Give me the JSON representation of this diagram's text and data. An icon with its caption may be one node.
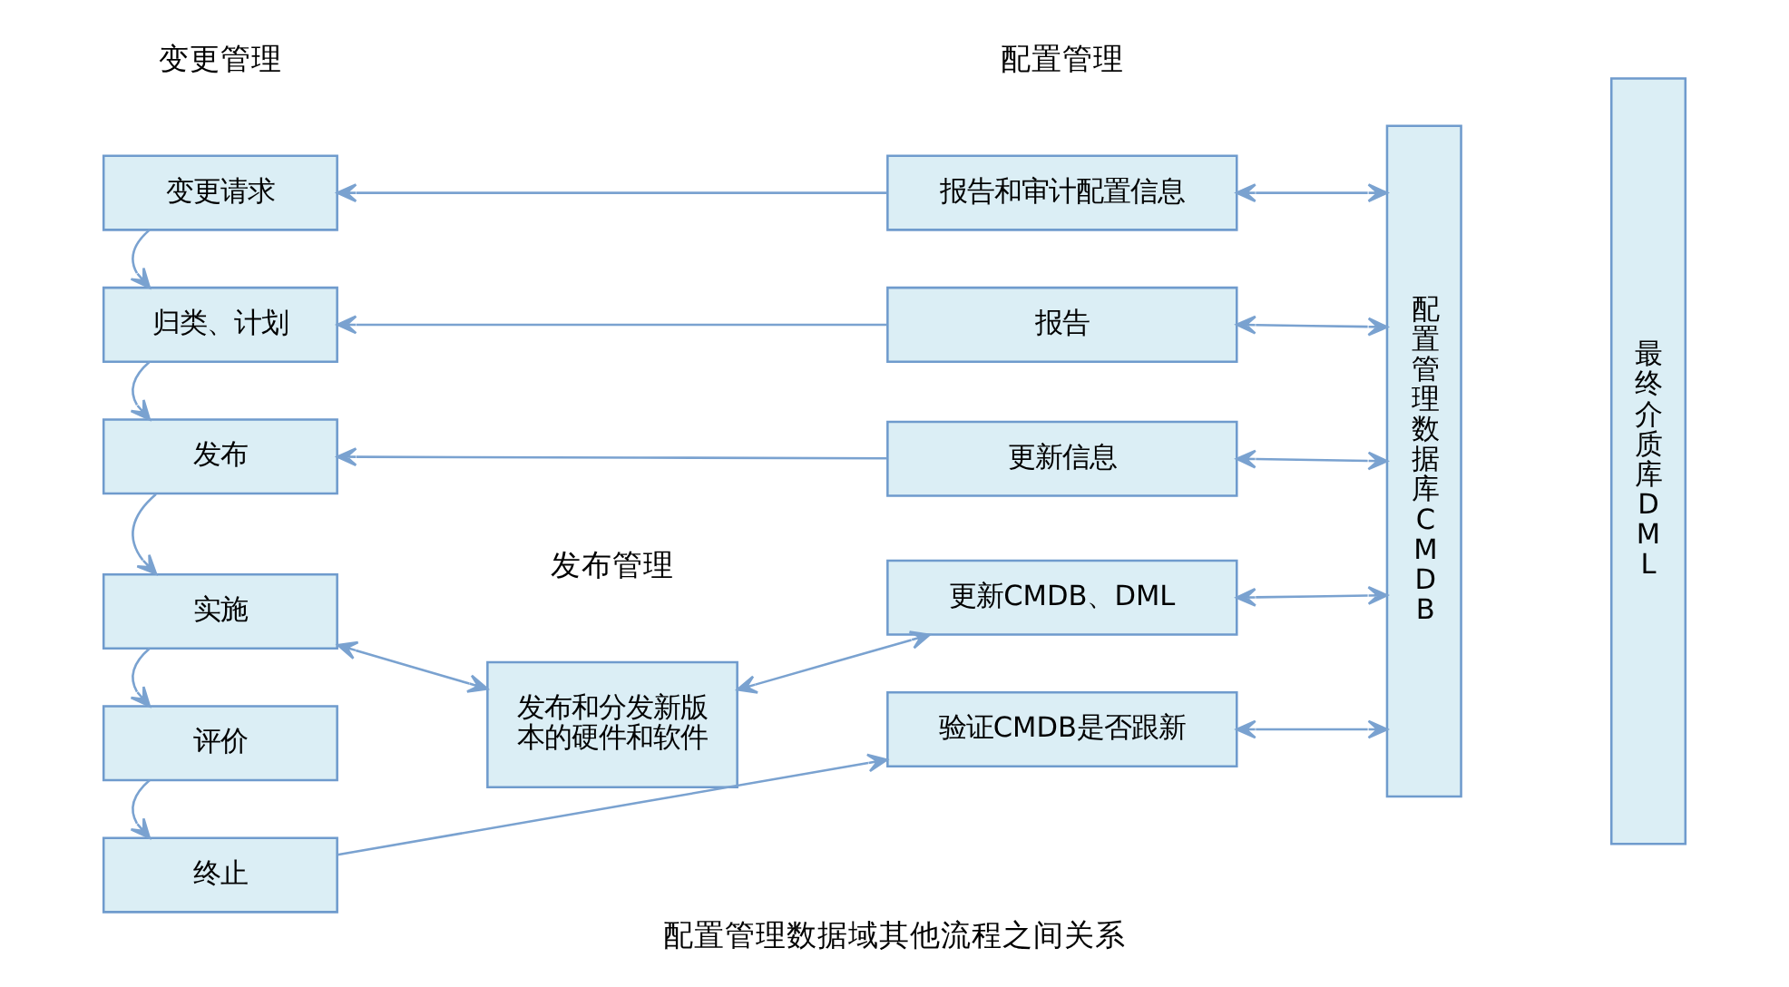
{
  "diagram": {
    "caption": "配置管理数据域其他流程之间关系",
    "nodes": [
      {
        "text": [
          "变更请求"
        ]
      },
      {
        "text": [
          "归类、计划"
        ]
      },
      {
        "text": [
          "发布"
        ]
      },
      {
        "text": [
          "实施"
        ]
      },
      {
        "text": [
          "评价"
        ]
      },
      {
        "text": [
          "终止"
        ]
      },
      {
        "text": [
          "发布和分发新版本的硬件和软件"
        ]
      },
      {
        "text": [
          "报告和审计配置信息"
        ]
      },
      {
        "text": [
          "报告"
        ]
      },
      {
        "text": [
          "更新信息"
        ]
      },
      {
        "text": [
          "更新CMDB、DML"
        ]
      },
      {
        "text": [
          "验证CMDB是否跟新"
        ]
      },
      {
        "text": [
          "配置管理数据库CMDB"
        ]
      },
      {
        "text": [
          "最终介质库DML"
        ]
      }
    ],
    "edges": [
      {
        "from": 0,
        "to": 1,
        "arrow": "to"
      },
      {
        "from": 1,
        "to": 2,
        "arrow": "to"
      },
      {
        "from": 2,
        "to": 3,
        "arrow": "to"
      },
      {
        "from": 3,
        "to": 4,
        "arrow": "to"
      },
      {
        "from": 4,
        "to": 5,
        "arrow": "to"
      },
      {
        "from": 7,
        "to": 0,
        "arrow": "to"
      },
      {
        "from": 8,
        "to": 1,
        "arrow": "to"
      },
      {
        "from": 9,
        "to": 2,
        "arrow": "to"
      },
      {
        "from": 3,
        "to": 6,
        "arrow": "both"
      },
      {
        "from": 6,
        "to": 10,
        "arrow": "both"
      },
      {
        "from": 5,
        "to": 11,
        "arrow": "to"
      },
      {
        "from": 7,
        "to": 12,
        "arrow": "both"
      },
      {
        "from": 8,
        "to": 12,
        "arrow": "both"
      },
      {
        "from": 9,
        "to": 12,
        "arrow": "both"
      },
      {
        "from": 10,
        "to": 12,
        "arrow": "both"
      },
      {
        "from": 11,
        "to": 12,
        "arrow": "both"
      }
    ],
    "labels": [
      "变更管理",
      "发布管理",
      "配置管理"
    ]
  }
}
